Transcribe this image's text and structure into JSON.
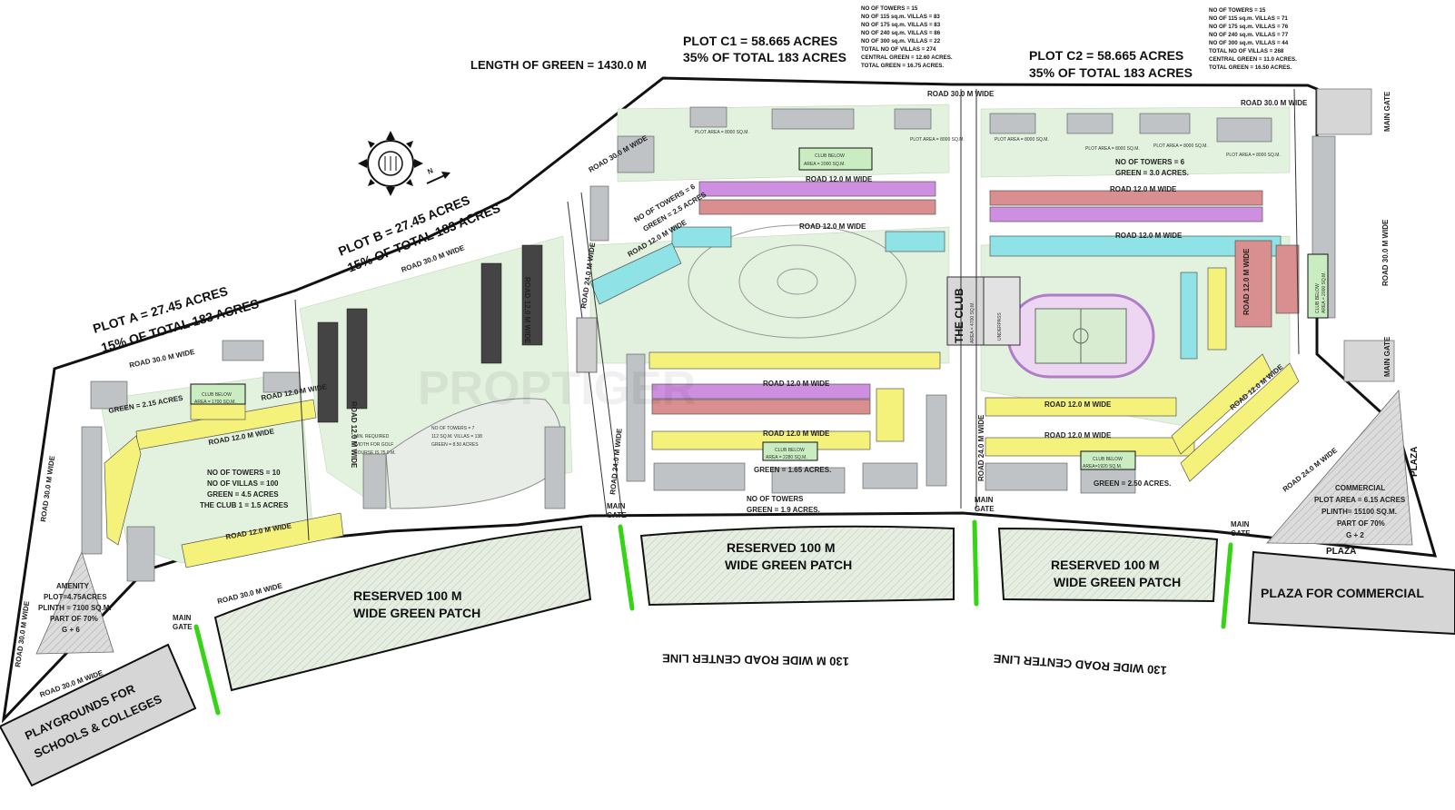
{
  "plots": {
    "c1": {
      "title": "PLOT C1 = 58.665 ACRES",
      "share": "35% OF TOTAL 183 ACRES",
      "stats": [
        "NO OF TOWERS = 15",
        "NO OF 115 sq.m. VILLAS = 83",
        "NO OF 175 sq.m. VILLAS = 83",
        "NO OF 240 sq.m. VILLAS = 86",
        "NO OF 300 sq.m. VILLAS = 22",
        "TOTAL NO OF VILLAS = 274",
        "CENTRAL GREEN = 12.60 ACRES.",
        "TOTAL GREEN = 16.75 ACRES."
      ]
    },
    "c2": {
      "title": "PLOT C2 = 58.665 ACRES",
      "share": "35% OF TOTAL 183 ACRES",
      "stats": [
        "NO OF TOWERS = 15",
        "NO OF 115 sq.m. VILLAS = 71",
        "NO OF 175 sq.m. VILLAS = 76",
        "NO OF 240 sq.m. VILLAS = 77",
        "NO OF 300 sq.m. VILLAS = 44",
        "TOTAL NO OF VILLAS = 268",
        "CENTRAL GREEN = 11.0 ACRES.",
        "TOTAL GREEN = 16.50 ACRES."
      ]
    },
    "b": {
      "title": "PLOT B = 27.45 ACRES",
      "share": "15% OF TOTAL 183 ACRES"
    },
    "a": {
      "title": "PLOT A = 27.45 ACRES",
      "share": "15% OF TOTAL 183 ACRES"
    }
  },
  "length_of_green": "LENGTH OF GREEN = 1430.0 M",
  "roads": {
    "r30": "ROAD 30.0 M WIDE",
    "r24": "ROAD 24.0 M WIDE",
    "r12": "ROAD 12.0 M WIDE"
  },
  "areas": {
    "a_towers": "NO OF TOWERS = 10",
    "a_villas": "NO OF VILLAS = 100",
    "a_green": "GREEN = 4.5 ACRES",
    "a_club": "THE CLUB 1 = 1.5 ACRES",
    "a_green2": "GREEN = 2.15 ACRES",
    "a_club_below": "CLUB BELOW",
    "a_club_area": "AREA = 1700 SQ.M.",
    "b_towers": "NO OF TOWERS = 7",
    "b_villas": "112 SQ.M. VILLAS = 138",
    "b_green": "GREEN = 8.50 ACRES",
    "golf_1": "MIN. REQUIRED",
    "golf_2": "WIDTH FOR GOLF",
    "golf_3": "COURSE IS 75.0 M.",
    "c1_towers": "NO OF TOWERS = 6",
    "c1_green": "GREEN = 2.5 ACRES",
    "c1_club_below": "CLUB BELOW",
    "c1_club_area": "AREA = 2000 SQ.M.",
    "c1_club2_below": "CLUB BELOW",
    "c1_club2_area": "AREA = 2280 SQ.M.",
    "c1_green2": "GREEN = 1.65 ACRES.",
    "c1_towers2": "NO OF TOWERS",
    "c1_green3": "GREEN = 1.9 ACRES.",
    "c2_towers": "NO OF TOWERS = 6",
    "c2_green": "GREEN = 3.0 ACRES.",
    "c2_club_below": "CLUB BELOW",
    "c2_club_area": "AREA=1920 SQ.M.",
    "c2_green2": "GREEN = 2.50 ACRES.",
    "c2_club3_below": "CLUB BELOW",
    "c2_club3_area": "AREA = 2000 SQ.M.",
    "the_club": "THE CLUB",
    "the_club_area": "AREA = 4700 SQ.M.",
    "underpass": "UNDERPASS",
    "plot_area": "PLOT AREA = 8000 SQ.M."
  },
  "green_patch": [
    "RESERVED 100 M",
    "WIDE GREEN PATCH"
  ],
  "plaza_commercial": "PLAZA FOR COMMERCIAL",
  "plaza": "PLAZA",
  "main_gate": [
    "MAIN",
    "GATE"
  ],
  "main_gate_line": "MAIN GATE",
  "commercial": [
    "COMMERCIAL",
    "PLOT AREA = 6.15 ACRES",
    "PLINTH= 15100 SQ.M.",
    "PART OF 70%",
    "G + 2"
  ],
  "amenity": [
    "AMENITY",
    "PLOT=4.75ACRES",
    "PLINTH = 7100 SQ.M.",
    "PART OF 70%",
    "G + 6"
  ],
  "playgrounds": [
    "PLAYGROUNDS FOR",
    "SCHOOLS & COLLEGES"
  ],
  "center_line_1": "130 M WIDE ROAD CENTER LINE",
  "center_line_2": "130 WIDE ROAD CENTER LINE",
  "watermark": "PROPTIGER",
  "colors": {
    "green_patch": "#dfe9dc",
    "green_zone": "#e3f1df",
    "yellow": "#f4f27a",
    "pink": "#cf8fe0",
    "rose": "#d98e90",
    "cyan": "#8fe3e6",
    "plaza": "#d6d6d6",
    "gate": "#35d414"
  }
}
